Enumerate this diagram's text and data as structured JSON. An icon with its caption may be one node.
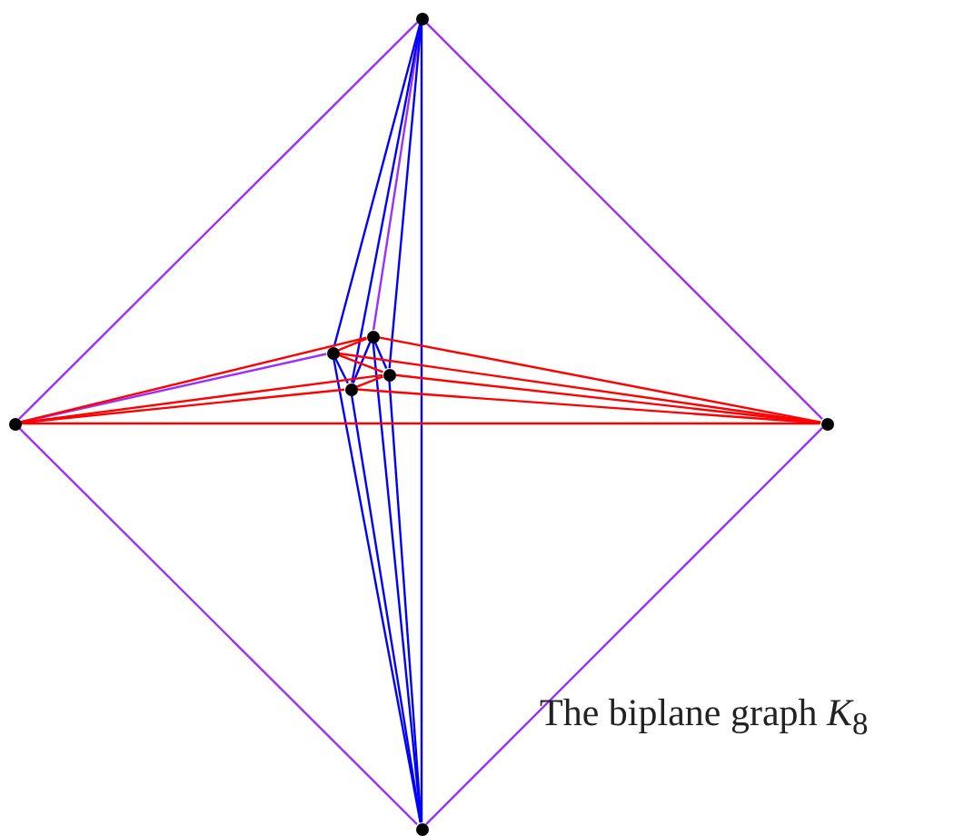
{
  "diagram": {
    "caption": "The biplane graph *K*$_{8}$",
    "nodes": [
      {
        "text": [],
        "shape": "circle"
      },
      {
        "text": [],
        "shape": "circle"
      },
      {
        "text": [],
        "shape": "circle"
      },
      {
        "text": [],
        "shape": "circle"
      },
      {
        "text": [],
        "shape": "circle"
      },
      {
        "text": [],
        "shape": "circle"
      },
      {
        "text": [],
        "shape": "circle"
      },
      {
        "text": [],
        "shape": "circle"
      }
    ],
    "edges": [
      {
        "from": 0,
        "to": 1,
        "arrow": "none",
        "color": "#9b30ff"
      },
      {
        "from": 0,
        "to": 6,
        "arrow": "none",
        "color": "#9b30ff"
      },
      {
        "from": 1,
        "to": 7,
        "arrow": "none",
        "color": "#9b30ff"
      },
      {
        "from": 6,
        "to": 7,
        "arrow": "none",
        "color": "#9b30ff"
      },
      {
        "from": 1,
        "to": 2,
        "arrow": "none",
        "color": "#9b30ff"
      },
      {
        "from": 0,
        "to": 3,
        "arrow": "none",
        "color": "#9b30ff"
      },
      {
        "from": 0,
        "to": 2,
        "arrow": "none",
        "color": "#0000ff"
      },
      {
        "from": 0,
        "to": 4,
        "arrow": "none",
        "color": "#0000ff"
      },
      {
        "from": 0,
        "to": 5,
        "arrow": "none",
        "color": "#0000ff"
      },
      {
        "from": 0,
        "to": 7,
        "arrow": "none",
        "color": "#0000ff"
      },
      {
        "from": 2,
        "to": 7,
        "arrow": "none",
        "color": "#0000ff"
      },
      {
        "from": 3,
        "to": 7,
        "arrow": "none",
        "color": "#0000ff"
      },
      {
        "from": 4,
        "to": 7,
        "arrow": "none",
        "color": "#0000ff"
      },
      {
        "from": 5,
        "to": 7,
        "arrow": "none",
        "color": "#0000ff"
      },
      {
        "from": 2,
        "to": 5,
        "arrow": "none",
        "color": "#0000ff"
      },
      {
        "from": 3,
        "to": 5,
        "arrow": "none",
        "color": "#0000ff"
      },
      {
        "from": 3,
        "to": 4,
        "arrow": "none",
        "color": "#0000ff"
      },
      {
        "from": 1,
        "to": 3,
        "arrow": "none",
        "color": "#ff0000"
      },
      {
        "from": 1,
        "to": 4,
        "arrow": "none",
        "color": "#ff0000"
      },
      {
        "from": 1,
        "to": 5,
        "arrow": "none",
        "color": "#ff0000"
      },
      {
        "from": 1,
        "to": 6,
        "arrow": "none",
        "color": "#ff0000"
      },
      {
        "from": 2,
        "to": 6,
        "arrow": "none",
        "color": "#ff0000"
      },
      {
        "from": 3,
        "to": 6,
        "arrow": "none",
        "color": "#ff0000"
      },
      {
        "from": 4,
        "to": 6,
        "arrow": "none",
        "color": "#ff0000"
      },
      {
        "from": 5,
        "to": 6,
        "arrow": "none",
        "color": "#ff0000"
      },
      {
        "from": 2,
        "to": 3,
        "arrow": "none",
        "color": "#ff0000"
      },
      {
        "from": 2,
        "to": 4,
        "arrow": "none",
        "color": "#ff0000"
      },
      {
        "from": 4,
        "to": 5,
        "arrow": "none",
        "color": "#ff0000"
      }
    ]
  }
}
